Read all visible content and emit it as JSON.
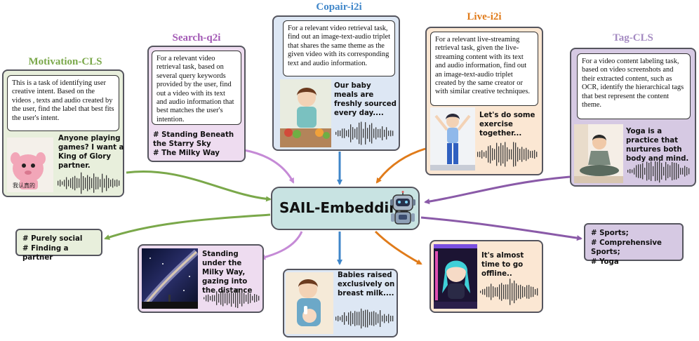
{
  "center": {
    "label": "SAIL-Embedding"
  },
  "colors": {
    "motivation": "#7aa84a",
    "search": "#a35ab5",
    "copair": "#3f86c9",
    "live": "#e07b1a",
    "tag": "#a58bc2"
  },
  "tasks": {
    "motivation": {
      "title": "Motivation-CLS",
      "description": "This is a task of identifying user creative intent. Based on the videos , texts and audio created by the user, find the label that best fits the user's intent.",
      "query_text": "Anyone playing games? I want a King of Glory partner.",
      "thumb_text": "我认真的",
      "output": [
        "# Purely social",
        "# Finding a partner"
      ]
    },
    "search": {
      "title": "Search-q2i",
      "description": "For a relevant video retrieval task, based on several query keywords provided by the user, find out a video with its text and audio information that best matches the user's intention.",
      "query_tags": [
        "# Standing Beneath the Starry Sky",
        "# The Milky Way"
      ],
      "output_text": "Standing under the Milky Way, gazing into the distance"
    },
    "copair": {
      "title": "Copair-i2i",
      "description": "For a relevant video retrieval task, find out an image-text-audio triplet that shares the same theme as the given video with its corresponding text and audio information.",
      "query_text": "Our baby meals are freshly sourced every day....",
      "output_text": "Babies raised exclusively on breast milk...."
    },
    "live": {
      "title": "Live-i2i",
      "description": "For a relevant live-streaming retrieval task, given the live-streaming content with its text and audio information, find out an image-text-audio triplet created by the same creator or with similar creative techniques.",
      "query_text": "Let's do some exercise together...",
      "output_text": "It's almost time to go offline.."
    },
    "tag": {
      "title": "Tag-CLS",
      "description": "For a video content labeling task, based on video screenshots and their extracted content, such as OCR, identify the hierarchical tags that best represent the content theme.",
      "query_text": "Yoga is a practice that nurtures both body and mind.",
      "output": [
        "# Sports;",
        "# Comprehensive Sports;",
        "# Yoga"
      ]
    }
  }
}
